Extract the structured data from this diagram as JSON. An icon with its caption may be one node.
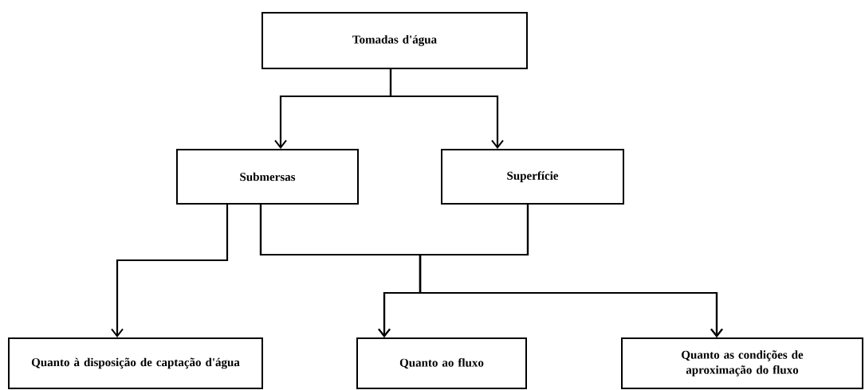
{
  "diagram": {
    "nodes": [
      {
        "text": [
          "Tomadas d'água"
        ]
      },
      {
        "text": [
          "Submersas"
        ]
      },
      {
        "text": [
          "Superfície"
        ]
      },
      {
        "text": [
          "Quanto à disposição de captação d'água"
        ]
      },
      {
        "text": [
          "Quanto ao fluxo"
        ]
      },
      {
        "text": [
          "Quanto as condições de aproximação do fluxo"
        ]
      }
    ],
    "edges": [
      {
        "from": 0,
        "to": 1,
        "arrow": "to"
      },
      {
        "from": 0,
        "to": 2,
        "arrow": "to"
      },
      {
        "from": 1,
        "to": 3,
        "arrow": "to"
      },
      {
        "from": 1,
        "to": 4,
        "arrow": "to"
      },
      {
        "from": 1,
        "to": 5,
        "arrow": "to"
      },
      {
        "from": 2,
        "to": 4,
        "arrow": "to"
      },
      {
        "from": 2,
        "to": 5,
        "arrow": "to"
      }
    ]
  }
}
